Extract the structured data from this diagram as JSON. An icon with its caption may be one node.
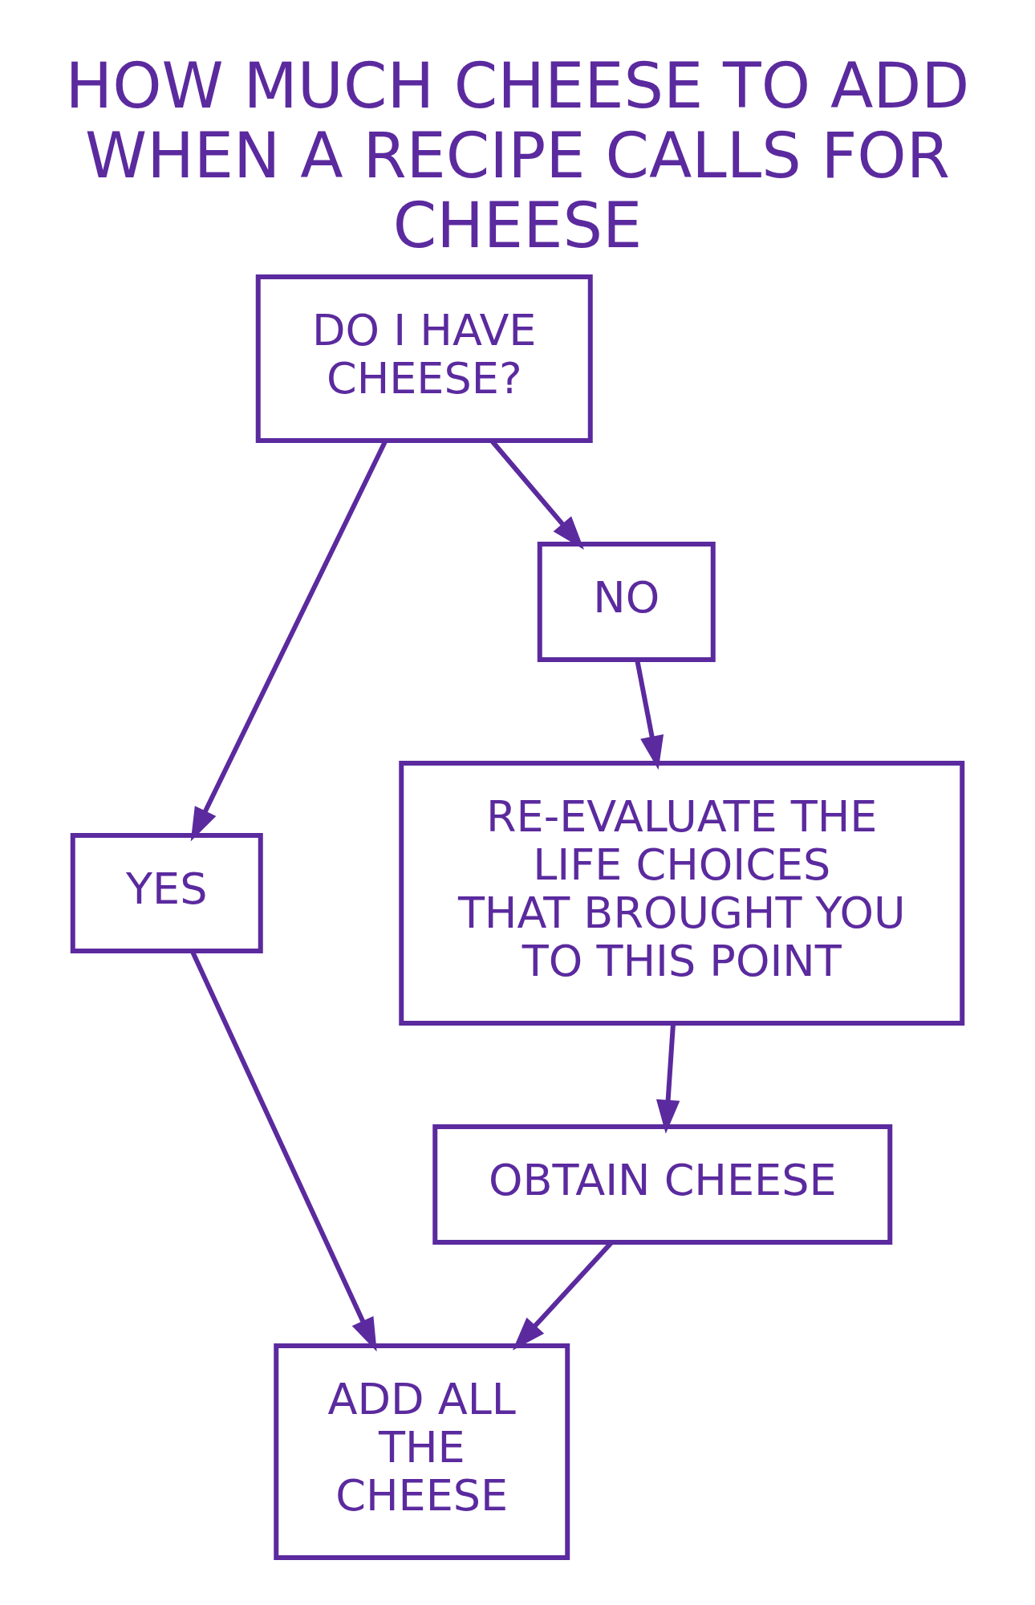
{
  "diagram": {
    "title": "HOW MUCH CHEESE TO ADD WHEN A RECIPE CALLS FOR CHEESE",
    "nodes": [
      {
        "text": [
          "DO I HAVE CHEESE?"
        ]
      },
      {
        "text": [
          "YES"
        ]
      },
      {
        "text": [
          "NO"
        ]
      },
      {
        "text": [
          "ADD ALL THE CHEESE"
        ]
      },
      {
        "text": [
          "RE-EVALUATE THE LIFE CHOICES THAT BROUGHT YOU TO THIS POINT"
        ]
      },
      {
        "text": [
          "OBTAIN CHEESE"
        ]
      }
    ],
    "edges": [
      {
        "from": 0,
        "to": 1,
        "arrow": "to"
      },
      {
        "from": 0,
        "to": 2,
        "arrow": "to"
      },
      {
        "from": 1,
        "to": 3,
        "arrow": "to"
      },
      {
        "from": 2,
        "to": 4,
        "arrow": "to"
      },
      {
        "from": 4,
        "to": 5,
        "arrow": "to"
      },
      {
        "from": 5,
        "to": 3,
        "arrow": "to"
      }
    ]
  }
}
